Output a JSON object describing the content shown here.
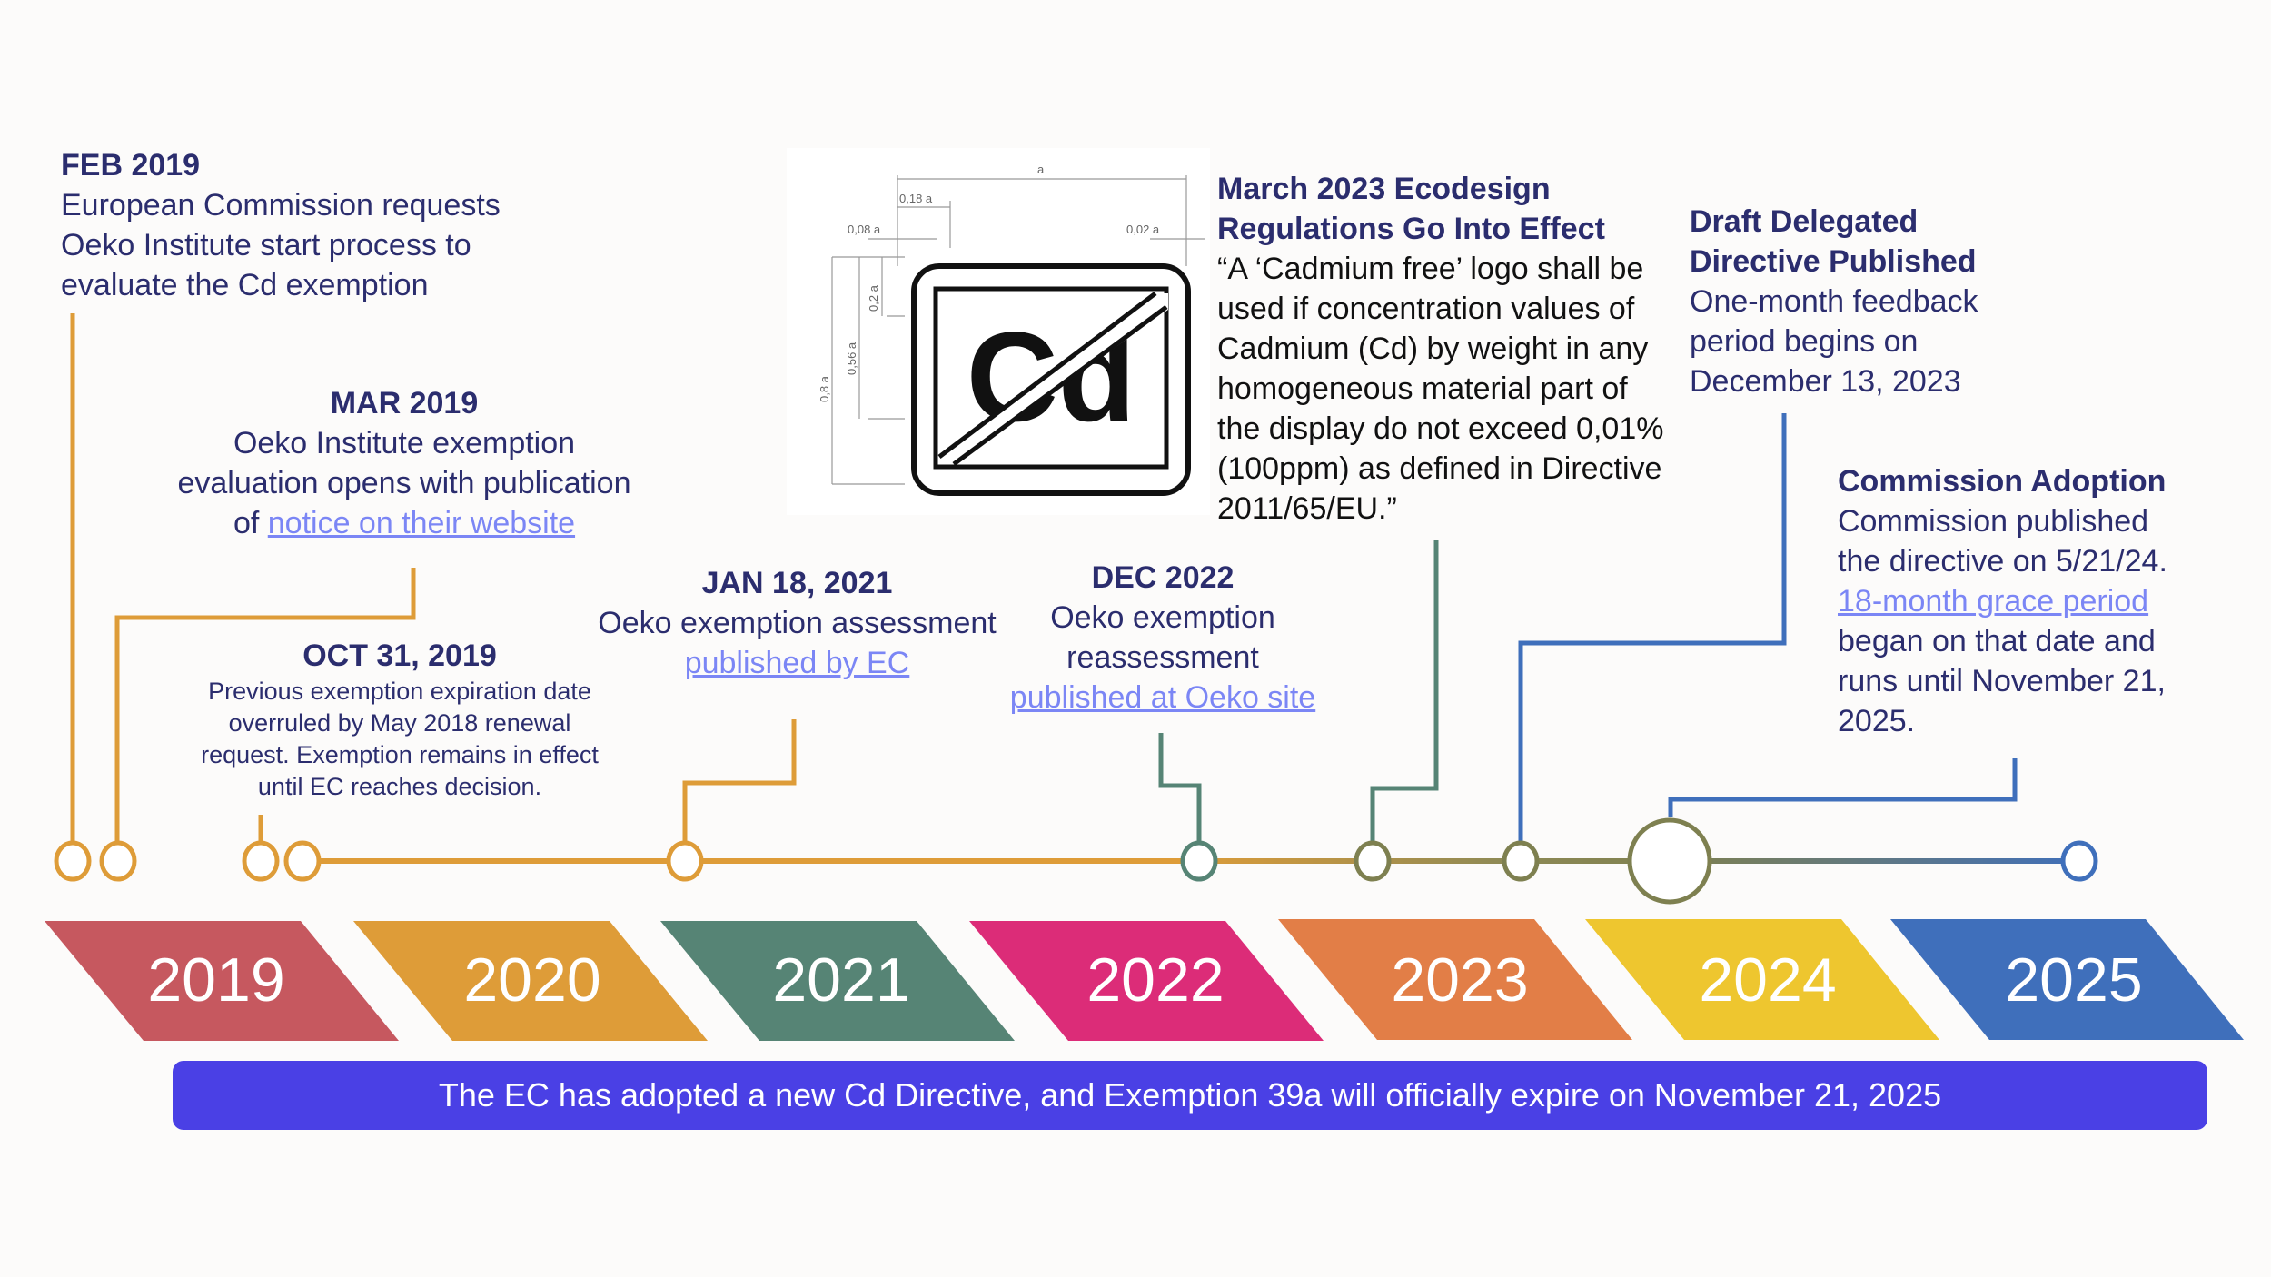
{
  "events": {
    "feb2019": {
      "date": "FEB 2019",
      "lines": [
        "European Commission requests",
        "Oeko Institute start process to",
        "evaluate the Cd exemption"
      ]
    },
    "mar2019": {
      "date": "MAR 2019",
      "lines": [
        "Oeko Institute exemption",
        "evaluation opens with publication"
      ],
      "prefix": "of ",
      "link": "notice on their website"
    },
    "oct2019": {
      "date": "OCT 31, 2019",
      "lines": [
        "Previous exemption expiration date",
        "overruled by May 2018 renewal",
        "request.  Exemption remains in effect",
        "until EC reaches decision."
      ]
    },
    "jan2021": {
      "date": "JAN 18, 2021",
      "lines": [
        "Oeko exemption assessment"
      ],
      "link": "published by EC"
    },
    "dec2022": {
      "date": "DEC 2022",
      "lines": [
        "Oeko exemption",
        "reassessment"
      ],
      "link": "published at Oeko site"
    },
    "mar2023": {
      "title1": "March 2023 Ecodesign",
      "title2": "Regulations Go Into Effect",
      "quote": [
        "“A ‘Cadmium free’ logo shall be",
        "used if concentration values of",
        "Cadmium (Cd) by weight in any",
        "homogeneous material part of",
        "the display do not exceed 0,01%",
        "(100ppm) as defined in Directive",
        "2011/65/EU.”"
      ]
    },
    "dec2023": {
      "title1": "Draft Delegated",
      "title2": "Directive Published",
      "lines": [
        "One-month feedback",
        "period begins on",
        "December 13, 2023"
      ]
    },
    "may2024": {
      "title": "Commission Adoption",
      "lines": [
        "Commission published",
        "the directive on 5/21/24."
      ],
      "link": "18-month grace period",
      "lines2": [
        "began on that date and",
        "runs until November 21,",
        "2025."
      ]
    }
  },
  "logo": {
    "label": "Cd",
    "dims": {
      "a": "a",
      "d018": "0,18 a",
      "d008": "0,08 a",
      "d002": "0,02 a",
      "d02": "0,2 a",
      "d056": "0,56 a",
      "d08": "0,8 a"
    }
  },
  "years": [
    {
      "label": "2019",
      "color": "#c6585f"
    },
    {
      "label": "2020",
      "color": "#de9c38"
    },
    {
      "label": "2021",
      "color": "#568475"
    },
    {
      "label": "2022",
      "color": "#dc2c78"
    },
    {
      "label": "2023",
      "color": "#e27e47"
    },
    {
      "label": "2024",
      "color": "#eec62f"
    },
    {
      "label": "2025",
      "color": "#3f6fbb"
    }
  ],
  "banner": {
    "text": "The EC has adopted a new Cd Directive, and Exemption 39a will officially expire on November 21, 2025",
    "color": "#4a40e5"
  },
  "colors": {
    "text": "#2b2d6e",
    "link": "#7b86f5",
    "orange": "#de9c38",
    "teal": "#568475",
    "olive": "#7e8050",
    "blue": "#3f6fbb"
  }
}
